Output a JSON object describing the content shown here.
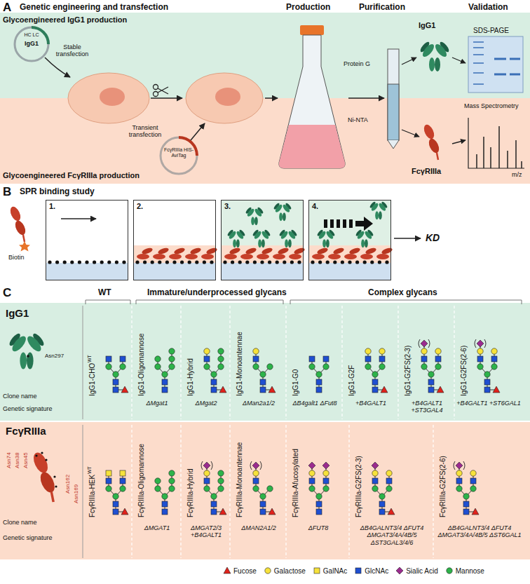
{
  "diagram": {
    "nodes": [
      {
        "text": [
          "Glycoengineered IgG1 production"
        ]
      },
      {
        "text": [
          "Glycoengineered FcγRIIIa production"
        ]
      },
      {
        "text": [
          "1."
        ]
      },
      {
        "text": [
          "2."
        ]
      },
      {
        "text": [
          "3."
        ]
      },
      {
        "text": [
          "4."
        ]
      },
      {
        "text": [
          "IgG1"
        ]
      },
      {
        "text": [
          "FcγRIIIa"
        ]
      }
    ],
    "labels": [
      "A",
      "Genetic engineering and transfection",
      "Production",
      "Purification",
      "Validation",
      "HC LC",
      "IgG1",
      "Stable transfection",
      "FcγRIIIa HIS-AviTag",
      "Transient transfection",
      "Protein G",
      "Ni-NTA",
      "IgG1",
      "FcγRIIIa",
      "SDS-PAGE",
      "Mass Spectrometry",
      "m/z",
      "B",
      "SPR binding study",
      "Biotin",
      "KD",
      "C",
      "WT",
      "Immature/underprocessed glycans",
      "Complex glycans",
      "Asn297",
      "IgG1-CHO",
      "IgG1-Oligomannose",
      "IgG1-Hybrid",
      "IgG1-Monoantennae",
      "IgG1-G0",
      "IgG1-G2F",
      "IgG1-G2FS(2-3)",
      "IgG1-G2FS(2-6)",
      "WT",
      "Clone name",
      "ΔMgat1",
      "ΔMgat2",
      "ΔMan2a1/2",
      "ΔB4galt1 ΔFut8",
      "+B4GALT1",
      "+B4GALT1 +ST3GAL4",
      "+B4GALT1 +ST6GAL1",
      "Genetic signature",
      "Asn74",
      "Asn38",
      "Asn45",
      "Asn162",
      "Asn169",
      "FcγRIIIa-HEK",
      "FcγRIIIa-Oligomannose",
      "FcγRIIIa-Hybrid",
      "FcγRIIIa-Monoantennae",
      "FcγRIIIa-Afucosylated",
      "FcγRIIIa-G2FS(2-3)",
      "FcγRIIIa-G2FS(2-6)",
      "WT",
      "Clone name",
      "ΔMGAT1",
      "ΔMGAT2/3 +B4GALT1",
      "ΔMAN2A1/2",
      "ΔFUT8",
      "ΔB4GALNT3/4 ΔFUT4 ΔMGAT3/4A/4B/5 ΔST3GAL3/4/6",
      "ΔB4GALNT3/4 ΔFUT4 ΔMGAT3/4A/4B/5 ΔST6GAL1",
      "Genetic signature"
    ],
    "legend": [
      {
        "text": "Fucose"
      },
      {
        "text": "Galactose"
      },
      {
        "text": "GalNAc"
      },
      {
        "text": "GlcNAc"
      },
      {
        "text": "Sialic Acid"
      },
      {
        "text": "Mannose"
      }
    ]
  }
}
